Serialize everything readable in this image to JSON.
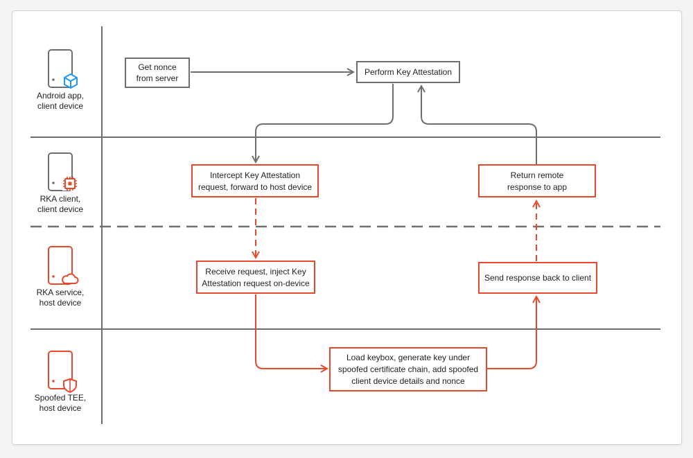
{
  "colors": {
    "gray": "#6e6e6e",
    "orange": "#e8492c",
    "blue": "#2196f3",
    "text": "#1f1f1f"
  },
  "lanes": [
    {
      "line1": "Android app,",
      "line2": "client device",
      "icon": "cube-icon"
    },
    {
      "line1": "RKA client,",
      "line2": "client device",
      "icon": "chip-icon"
    },
    {
      "line1": "RKA service,",
      "line2": "host device",
      "icon": "cloud-icon"
    },
    {
      "line1": "Spoofed TEE,",
      "line2": "host device",
      "icon": "shield-icon"
    }
  ],
  "boxes": {
    "get_nonce": {
      "lines": [
        "Get nonce",
        "from server"
      ]
    },
    "perform_attestation": {
      "lines": [
        "Perform Key Attestation"
      ]
    },
    "intercept": {
      "lines": [
        "Intercept Key Attestation",
        "request, forward to host device"
      ]
    },
    "return_remote": {
      "lines": [
        "Return remote",
        "response to app"
      ]
    },
    "receive_request": {
      "lines": [
        "Receive request, inject Key",
        "Attestation request on-device"
      ]
    },
    "send_response": {
      "lines": [
        "Send response back to client"
      ]
    },
    "load_keybox": {
      "lines": [
        "Load keybox, generate key under",
        "spoofed certificate chain, add spoofed",
        "client device details and nonce"
      ]
    }
  }
}
